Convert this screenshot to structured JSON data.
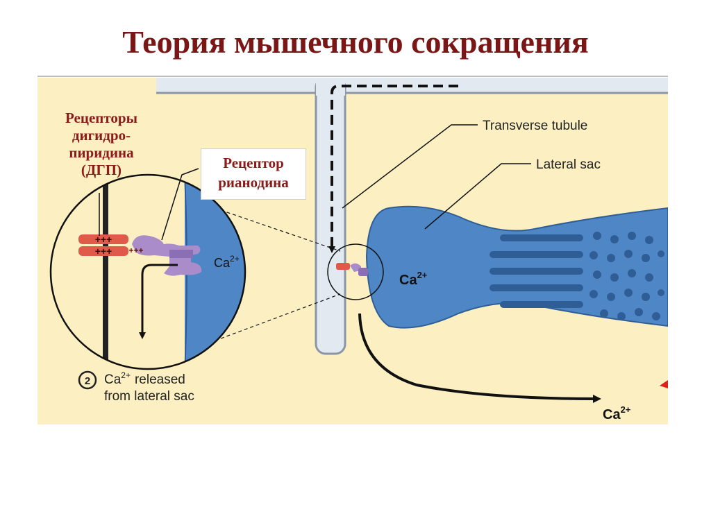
{
  "title": "Теория мышечного сокращения",
  "labels": {
    "dhp_receptors": [
      "Рецепторы",
      "дигидро-",
      "пиридина",
      "(ДГП)"
    ],
    "ryanodine_receptor": [
      "Рецептор",
      "рианодина"
    ],
    "transverse_tubule": "Transverse tubule",
    "lateral_sac": "Lateral sac",
    "ca_ion": "Ca",
    "ca_charge": "2+",
    "plus_signs": "+++",
    "step_number": "2",
    "step_text_line1": "released",
    "step_text_line2": "from lateral sac"
  },
  "colors": {
    "title": "#7a1616",
    "label_red": "#8b1a1a",
    "cytoplasm": "#fcefc2",
    "sac_blue": "#4f86c6",
    "tubule_fill": "#e3e9f1",
    "dhp_red": "#e05a4a",
    "ryr_purple": "#a98cc9"
  }
}
